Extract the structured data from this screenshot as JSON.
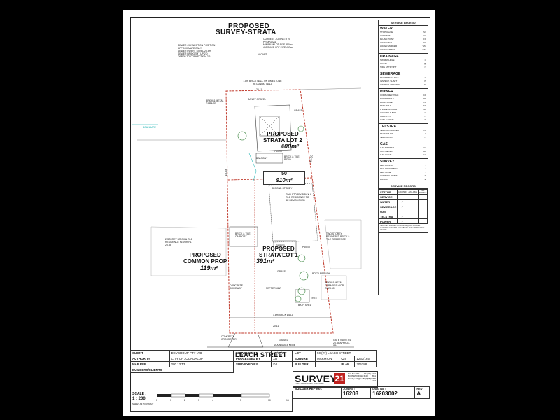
{
  "drawing": {
    "title_line1": "PROPOSED",
    "title_line2": "SURVEY-STRATA",
    "zoning_info": [
      "CURRENT ZONING R 20",
      "PROPOSAL",
      "MINIMUM LOT SIZE 350m²",
      "AVERAGE LOT SIZE 450m²"
    ],
    "sewer_info": [
      "SEWER CONNECTION POSITION",
      "APPROXIMATE ONLY",
      "SEWER INVERT LEVEL 25.5m",
      "SEWER BRIDGEMT UP 2.0",
      "DEPTH TO CONNECTION 2.6"
    ],
    "vacant_label": "VACANT",
    "brick_wall_label": "1.8m BRICK WALL ON LIMESTONE RETAINING WALL",
    "top_boundary": "20.11",
    "lot2_title": "PROPOSED\nSTRATA LOT 2",
    "lot2_area": "400m²",
    "lot_number": "50",
    "lot_total": "910m²",
    "lot1_title": "PROPOSED\nSTRATA LOT 1",
    "lot1_area": "391m²",
    "common_title": "PROPOSED\nCOMMON PROP",
    "common_area": "119m²",
    "left_dim": "45.28",
    "right_dim": "45.26",
    "bottom_boundary": "20.11",
    "annotations": {
      "sandy_gravel": "SANDY GRAVEL",
      "brick_metal_garage": "BRICK & METAL GARAGE",
      "grass": "GRASS",
      "paved": "PAVED",
      "balcony": "BALCONY",
      "brick_tile_patio": "BRICK & TILE PATIO",
      "second_storey": "SECOND STOREY",
      "two_storey_brick": "TWO STOREY BRICK & TILE RESIDENCE TO BE DEMOLISHED",
      "two_storey_left": "2 STOREY BRICK & TILE RESIDENCE FLOOR RL 28.35",
      "brick_tile_carport": "BRICK & TILE CARPORT",
      "timber_pergola": "TIMBER PERGOLA",
      "paved2": "PAVED",
      "two_storey_right": "TWO STOREY RENDERED BRICK & TILE RESIDENCE",
      "concrete_driveway": "CONCRETE DRIVEWAY",
      "grass2": "GRASS",
      "bottlebrush": "BOTTLEBRUSH",
      "brick_metal_garage2": "BRICK & METAL GARAGE FLOOR RL 28.60",
      "peppermint": "PEPPERMINT",
      "tree": "TREE",
      "bath_shed": "BATH SHED",
      "brick_wall": "1.8m BRICK WALL",
      "concrete_crossover": "CONCRETE CROSSOVER",
      "gravel": "GRAVEL",
      "mountable_kerb": "MOUNTABLE KERB",
      "gate_valve": "GATE VALVE RL 28.35 APPROX. INV.",
      "boundary_left": "BOUNDARY"
    },
    "street": "LEACH STREET"
  },
  "legend": {
    "header": "SERVICE LEGEND",
    "sections": [
      {
        "title": "WATER",
        "items": [
          [
            "STOP VALVE",
            "SV"
          ],
          [
            "HYDRANT",
            "HY"
          ],
          [
            "FLUSH POINT",
            "FP"
          ],
          [
            "WATER TAP",
            "WT"
          ],
          [
            "WATER MARKER",
            "WM"
          ],
          [
            "WATER METER",
            "WM"
          ]
        ]
      },
      {
        "title": "DRAINAGE",
        "items": [
          [
            "SW MANHOLE",
            "⊙"
          ],
          [
            "GRATE",
            "▦"
          ],
          [
            "SIDE ENTRY PIT",
            "▭"
          ]
        ]
      },
      {
        "title": "SEWERAGE",
        "items": [
          [
            "SEWER MANHOLE",
            "⊙"
          ],
          [
            "INSPECT. SHAFT",
            "IS"
          ],
          [
            "INSPECT. OPENING",
            "IO"
          ]
        ]
      },
      {
        "title": "POWER",
        "items": [
          [
            "CONSUMER POLE",
            "CP"
          ],
          [
            "POWER POLE",
            "PP"
          ],
          [
            "LIGHT POLE",
            "LP"
          ],
          [
            "STAY POLE",
            "SP"
          ],
          [
            "& WIRE ANCHOR",
            "WA"
          ],
          [
            "U/G CABLE BOX",
            "▭"
          ],
          [
            "CABLE PIT",
            "▭"
          ],
          [
            "CABLE DOME",
            "⊠"
          ]
        ]
      },
      {
        "title": "TELSTRA",
        "items": [
          [
            "TELSTRA MARKER",
            "TM"
          ],
          [
            "TELSTRA PIT",
            "T"
          ],
          [
            "TELSTRA PIT",
            "▭"
          ]
        ]
      },
      {
        "title": "GAS",
        "items": [
          [
            "GAS MARKER",
            "GM"
          ],
          [
            "GAS METER",
            "GM"
          ],
          [
            "GAS VALVE",
            "GV"
          ]
        ]
      },
      {
        "title": "SURVEY",
        "items": [
          [
            "PEG FOUND",
            "○"
          ],
          [
            "PEG DISTURBED",
            "○"
          ],
          [
            "PEG GONE",
            "○"
          ],
          [
            "CONTROL POINT",
            "⊕"
          ],
          [
            "DATUM",
            "⊕"
          ]
        ]
      }
    ]
  },
  "service_record": {
    "header": "SERVICE RECORD",
    "status_label": "STATUS",
    "columns": [
      "LOCATED",
      "AVAILABLE",
      "N/A SERVICE"
    ],
    "rows": [
      {
        "name": "SERVICE",
        "marks": [
          "",
          "",
          ""
        ]
      },
      {
        "name": "WATER",
        "marks": [
          "✓",
          "",
          ""
        ]
      },
      {
        "name": "SEWERAGE",
        "marks": [
          "✓",
          "",
          ""
        ]
      },
      {
        "name": "GAS",
        "marks": [
          "",
          "",
          ""
        ]
      },
      {
        "name": "TELSTRA",
        "marks": [
          "✓",
          "",
          ""
        ]
      },
      {
        "name": "POWER",
        "marks": [
          "✓",
          "",
          ""
        ]
      }
    ],
    "note": "SERVICES MARKED CONFIRM REQUIRE BUILDER / CLIENT TO CONFIRM AVAILABILITY AND / OR POSITION ON SITE"
  },
  "title_block": {
    "client_label": "CLIENT",
    "client": "DEVGROUP PTY LTD",
    "authority_label": "AUTHORITY",
    "authority": "CITY OF JOONDALUP",
    "map_ref_label": "MAP REF",
    "map_ref": "280 13 T3",
    "builders_label": "BUILDERS/CLIENTS",
    "surveyed_on_label": "SURVEYED ON",
    "surveyed_on": "13/07/07",
    "processed_by_label": "PROCESSED BY",
    "processed_by": "ZR",
    "surveyed_by_label": "SURVEYED BY",
    "surveyed_by": "DJ",
    "lot_label": "LOT",
    "lot": "50 (#7) LEACH STREET",
    "suburb_label": "SUBURB",
    "suburb": "MARMION",
    "builder_label": "BUILDER",
    "ct_label": "C/T",
    "ct": "1263/165",
    "plan_label": "PLAN",
    "plan": "205288",
    "scale_label": "SCALE :",
    "scale": "1 : 200",
    "sheet_size": "SHEET A3 PORTRAIT",
    "scale_ticks": [
      "0",
      "1",
      "2",
      "3",
      "4",
      "5",
      "10",
      "15"
    ],
    "company": "SURVEY",
    "company_num": "21",
    "company_sub": "LAND & ENGINEERING SURVEYORS",
    "address1": "P.O. Box 152",
    "address2": "BURSWOOD WA 6100",
    "email": "Email: perth@survey21.com.au",
    "phone": "Ph: (08) 9472 8511",
    "fax": "Fax: (08) 9355 1377",
    "builder_ref_label": "BUILDER REF No :",
    "job_label": "JOB No :",
    "job": "16203",
    "dwg_label": "DWG No :",
    "dwg": "16203002",
    "rev_label": "REV",
    "rev": "A"
  }
}
